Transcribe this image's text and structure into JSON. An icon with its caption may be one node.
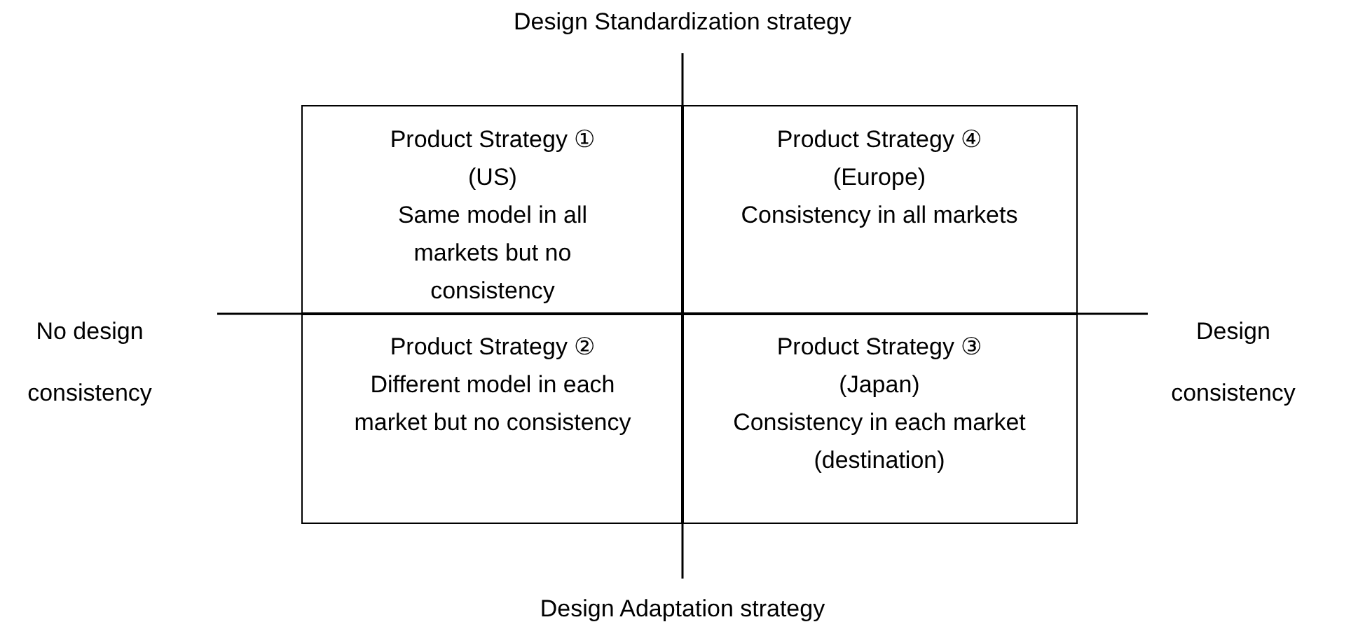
{
  "diagram": {
    "nodes": [
      {
        "text": [
          "Product Strategy ①",
          "(US)",
          "Same model in all markets but no consistency"
        ]
      },
      {
        "text": [
          "Product Strategy ④",
          "(Europe)",
          "Consistency in all markets"
        ]
      },
      {
        "text": [
          "Product Strategy ②",
          "Different model in each market but no consistency"
        ]
      },
      {
        "text": [
          "Product Strategy ③",
          "(Japan)",
          "Consistency in each market (destination)"
        ]
      }
    ],
    "labels": [
      "Design Standardization strategy",
      "No design consistency",
      "Design consistency",
      "Design Adaptation strategy"
    ]
  }
}
